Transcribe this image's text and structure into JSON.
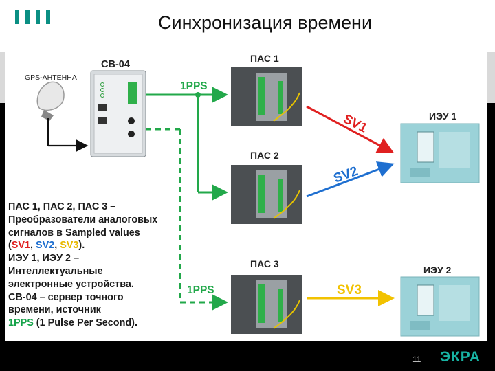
{
  "slide": {
    "title": "Синхронизация времени",
    "page_number": "11",
    "brand": "ЭКРА"
  },
  "diagram": {
    "gps_label": "GPS-АНТЕННА",
    "server_label": "СВ-04",
    "pas1": "ПАС 1",
    "pas2": "ПАС 2",
    "pas3": "ПАС 3",
    "ieu1": "ИЭУ 1",
    "ieu2": "ИЭУ 2",
    "pps_top": "1PPS",
    "pps_bottom": "1PPS",
    "sv1": "SV1",
    "sv2": "SV2",
    "sv3": "SV3",
    "colors": {
      "green": "#22a84a",
      "red": "#e02020",
      "blue": "#1e6fd0",
      "yellow": "#f2c200"
    }
  },
  "legend": {
    "l1": "ПАС 1, ПАС 2, ПАС 3 –",
    "l2": "Преобразователи аналоговых",
    "l3": "сигналов в Sampled values",
    "l4_open": "(",
    "l4_sv1": "SV1",
    "l4_sep1": ", ",
    "l4_sv2": "SV2",
    "l4_sep2": ", ",
    "l4_sv3": "SV3",
    "l4_close": ").",
    "l5": "ИЭУ 1, ИЭУ 2 –",
    "l6": "Интеллектуальные",
    "l7": "электронные устройства.",
    "l8": "СВ-04 – сервер точного",
    "l9": "времени, источник",
    "l10_pps": "1PPS",
    "l10_rest": " (1 Pulse Per Second)."
  }
}
